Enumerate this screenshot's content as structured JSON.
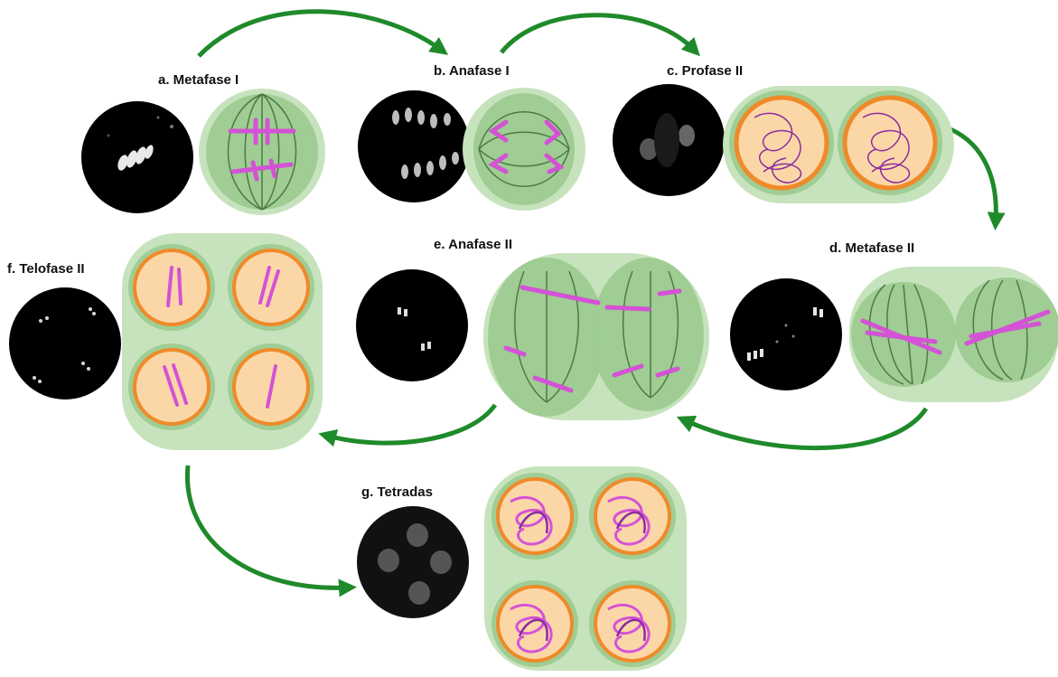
{
  "colors": {
    "cytoplasm": "#9fcd93",
    "halo": "#c7e3bd",
    "spindle": "#4e7a45",
    "chromosome": "#d452d6",
    "chromosome_dark": "#8a2ca0",
    "nucleus_fill": "#fbd7a8",
    "nucleus_ring": "#ef8a2a",
    "arrow": "#1f8a2a",
    "micro_bg": "#000000",
    "micro_spot": "#e6e6e6"
  },
  "stages": [
    {
      "id": "a",
      "label": "a. Metafase I"
    },
    {
      "id": "b",
      "label": "b. Anafase I"
    },
    {
      "id": "c",
      "label": "c. Profase II"
    },
    {
      "id": "d",
      "label": "d. Metafase II"
    },
    {
      "id": "e",
      "label": "e. Anafase II"
    },
    {
      "id": "f",
      "label": "f. Telofase II"
    },
    {
      "id": "g",
      "label": "g. Tetradas"
    }
  ]
}
